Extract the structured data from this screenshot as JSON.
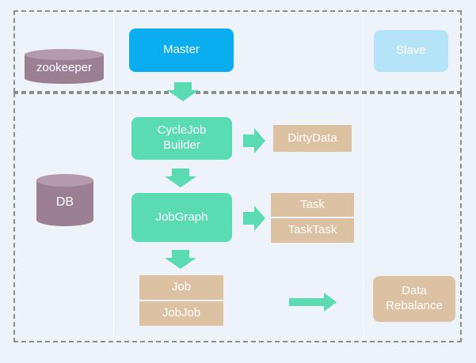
{
  "nodes": {
    "zookeeper": "zookeeper",
    "master": "Master",
    "slave": "Slave",
    "db": "DB",
    "cyclejob_builder": "CycleJob\nBuilder",
    "dirty_data": "DirtyData",
    "job_graph": "JobGraph",
    "task": "Task",
    "task_task": "TaskTask",
    "job": "Job",
    "job_job": "JobJob",
    "data_rebalance": "Data\nRebalance"
  },
  "colors": {
    "master": "#0aaef0",
    "slave": "#b5e4f8",
    "process": "#5bdbb2",
    "data": "#dcc1a2",
    "storage": "#9b8094",
    "arrow": "#5bdbb2",
    "background": "#eef3f9",
    "zone_border": "#8e8e8e"
  }
}
